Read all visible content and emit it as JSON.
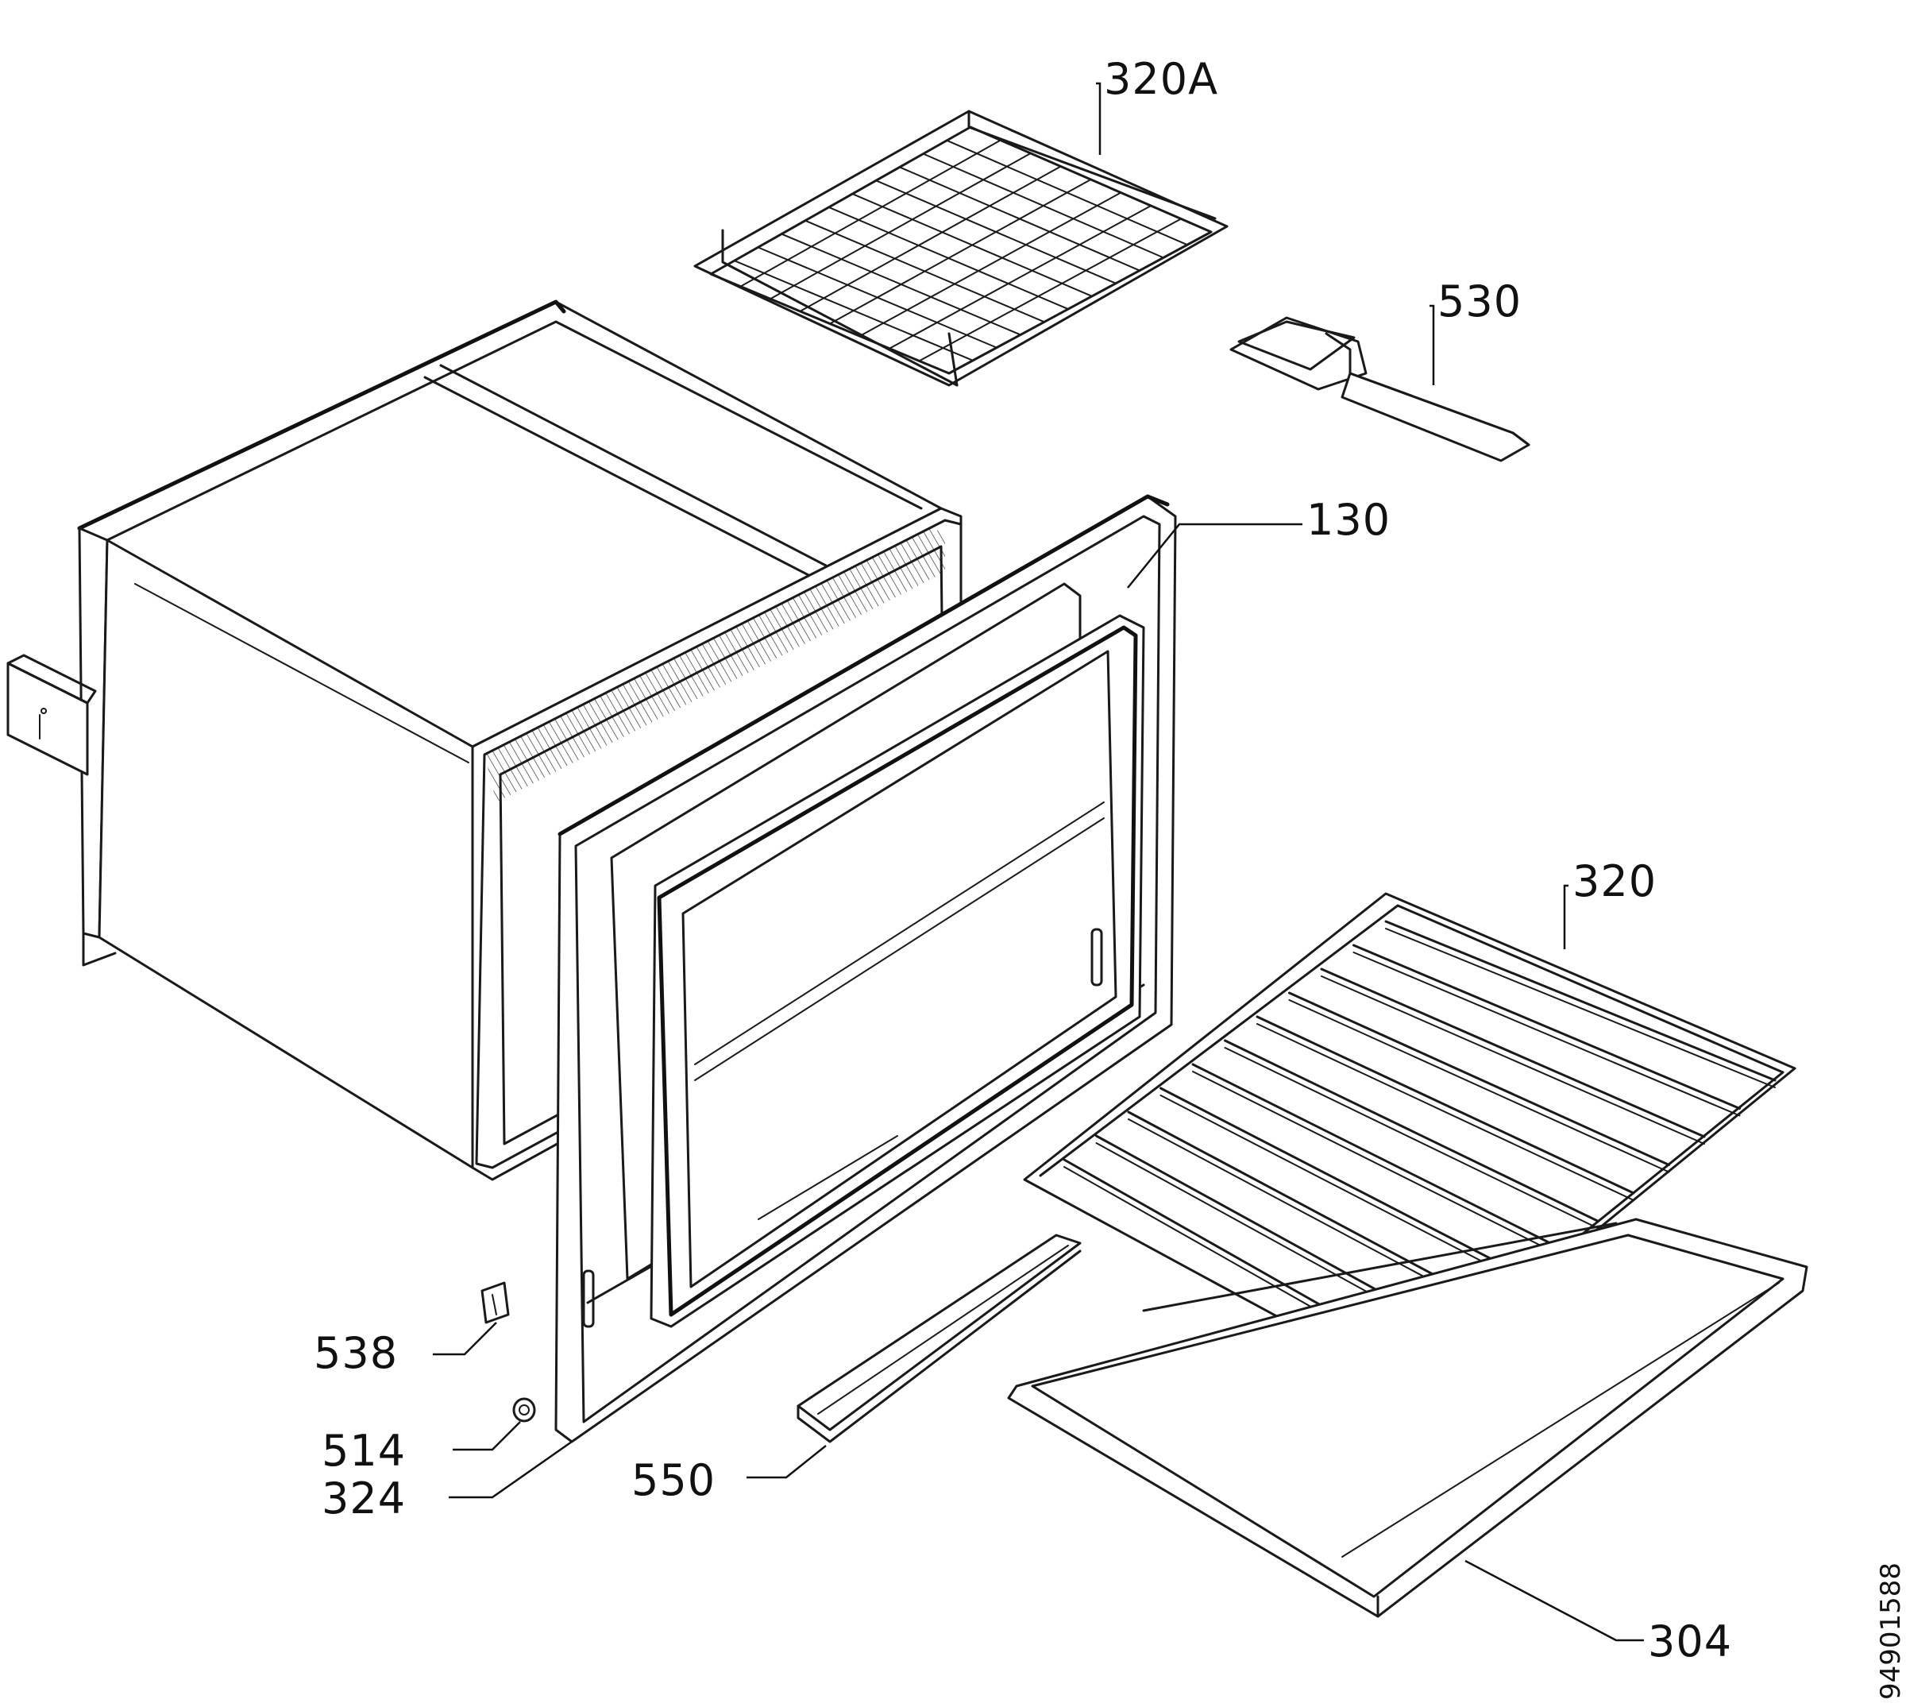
{
  "labels": {
    "rack_upper": "320A",
    "handle": "530",
    "door_seal": "130",
    "rack_lower": "320",
    "bracket": "538",
    "screw": "514",
    "door_inner": "324",
    "bar": "550",
    "tray": "304"
  },
  "document_number": "94901588"
}
